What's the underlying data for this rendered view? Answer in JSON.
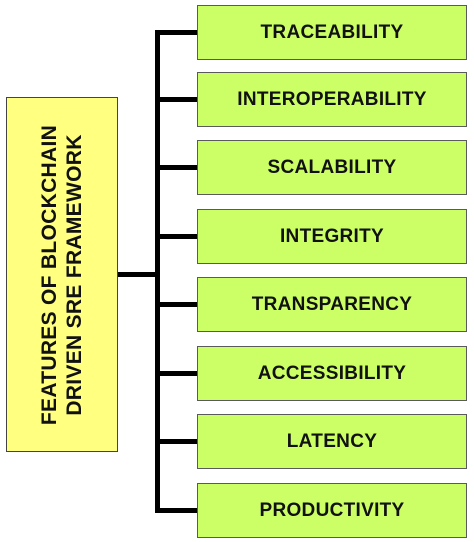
{
  "root": {
    "line1": "FEATURES OF BLOCKCHAIN",
    "line2": "DRIVEN SRE FRAMEWORK"
  },
  "features": [
    "TRACEABILITY",
    "INTEROPERABILITY",
    "SCALABILITY",
    "INTEGRITY",
    "TRANSPARENCY",
    "ACCESSIBILITY",
    "LATENCY",
    "PRODUCTIVITY"
  ],
  "colors": {
    "root_fill": "#ffff80",
    "leaf_fill": "#ccff66",
    "connector": "#000000"
  }
}
